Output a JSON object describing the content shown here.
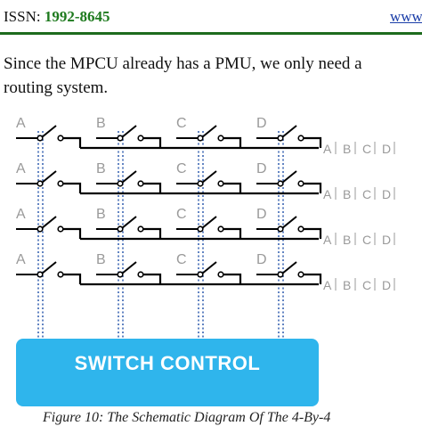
{
  "header": {
    "issn_label": "ISSN:",
    "issn_value": "1992-8645",
    "link_text": "www"
  },
  "body": {
    "line1": "Since the MPCU already has a PMU, we only need a",
    "line2": "routing system."
  },
  "diagram": {
    "row_labels": [
      "A",
      "B",
      "C",
      "D"
    ],
    "output_labels": [
      "A",
      "B",
      "C",
      "D"
    ],
    "rows": 4,
    "control_label": "SWITCH CONTROL",
    "control_color": "#2fb5ec",
    "control_text_color": "#ffffff",
    "wire_color": "#000000",
    "dotted_line_color": "#1f4fa8",
    "label_color": "#9a9a9a"
  },
  "caption": "Figure 10: The Schematic Diagram Of The 4-By-4"
}
